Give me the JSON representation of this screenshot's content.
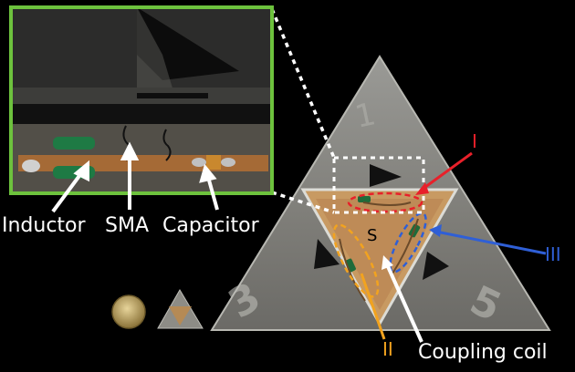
{
  "labels": {
    "inductor": "Inductor",
    "sma": "SMA",
    "capacitor": "Capacitor",
    "coupling_coil": "Coupling coil",
    "center_s": "S",
    "roman_1": "I",
    "roman_2": "II",
    "roman_3": "III"
  },
  "colors": {
    "inset_border": "#6dc23d",
    "red_marker": "#e8202a",
    "orange_marker": "#f2a31f",
    "blue_marker": "#2f5fd6",
    "background": "#000000"
  }
}
